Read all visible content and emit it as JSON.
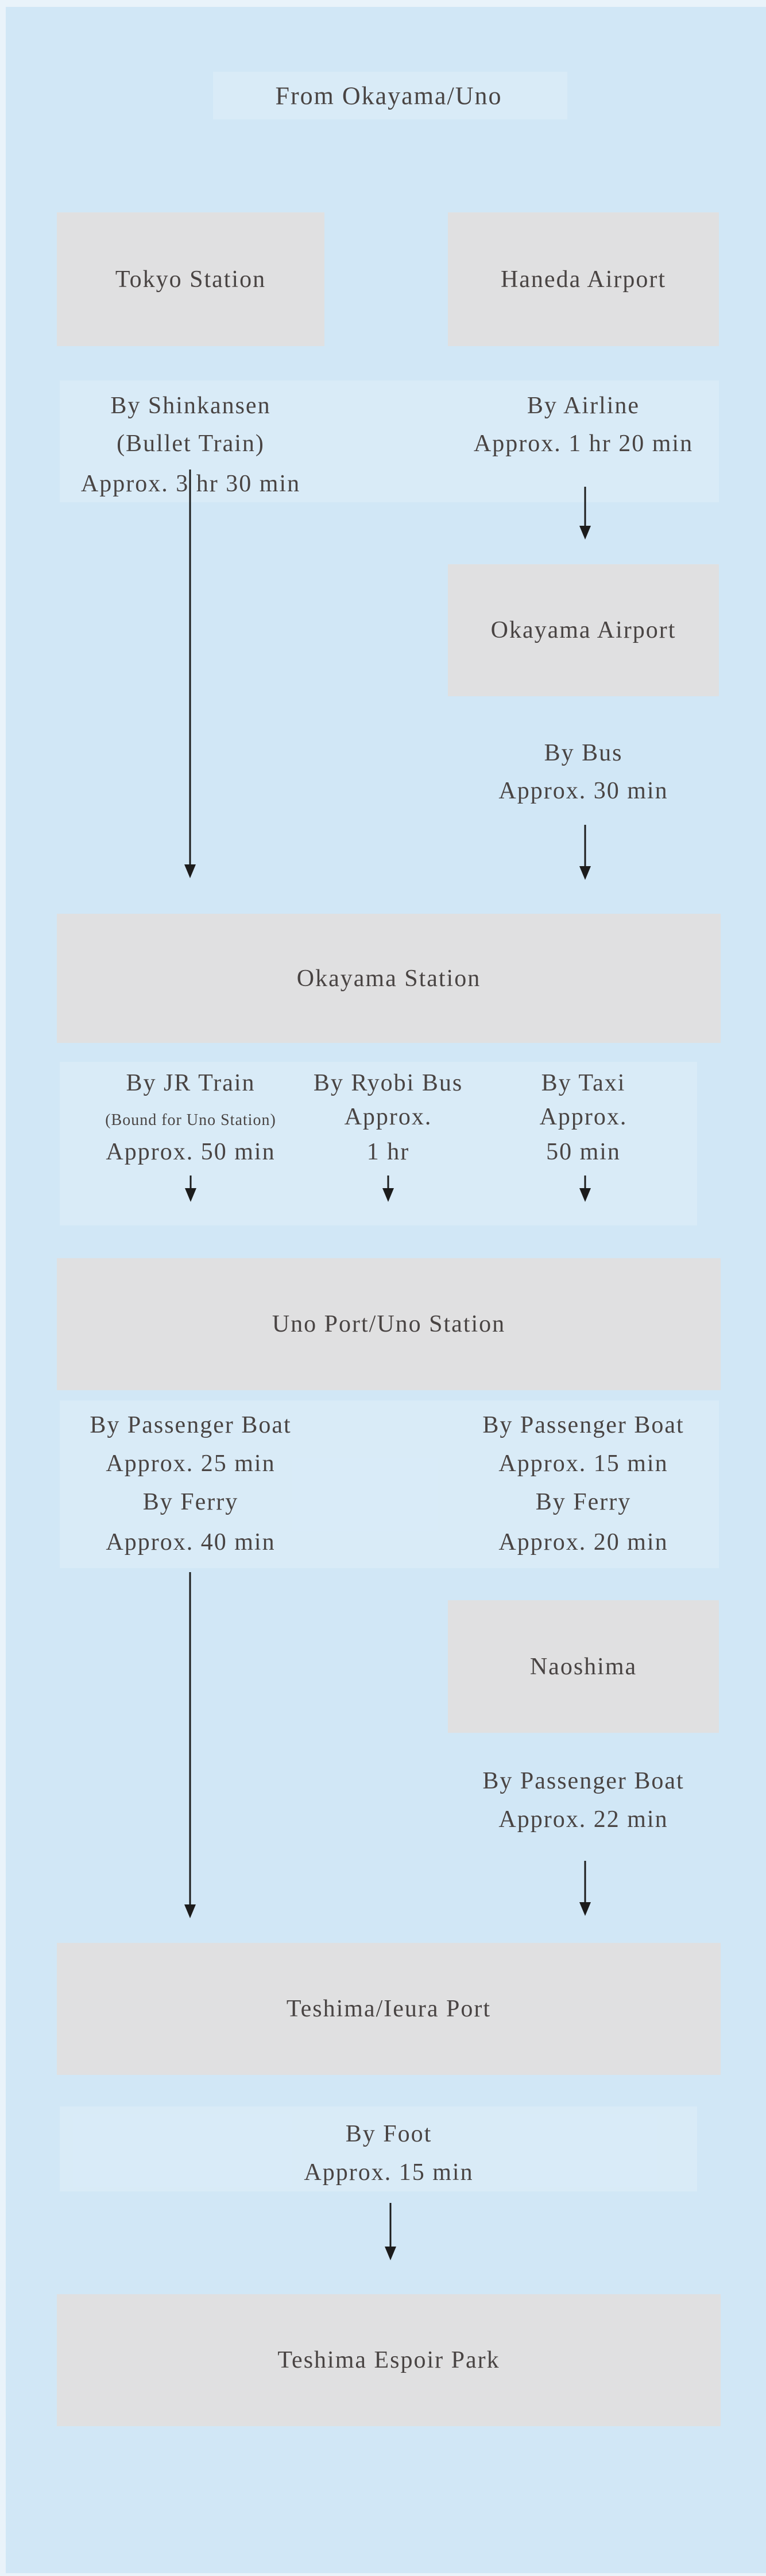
{
  "colors": {
    "outer_bg": "#e9f3fa",
    "panel_bg": "#d1e7f6",
    "node_bg": "#e0e0e1",
    "text": "#494443",
    "arrow": "#1c1c1c"
  },
  "title": "From Okayama/Uno",
  "nodes": {
    "tokyo_station": "Tokyo Station",
    "haneda_airport": "Haneda Airport",
    "okayama_airport": "Okayama Airport",
    "okayama_station": "Okayama Station",
    "uno_port": "Uno Port/Uno Station",
    "naoshima": "Naoshima",
    "teshima_ieura": "Teshima/Ieura Port",
    "teshima_espoir": "Teshima Espoir Park"
  },
  "routes": {
    "shinkansen": [
      "By Shinkansen",
      "(Bullet Train)",
      "Approx. 3 hr 30 min"
    ],
    "airline": [
      "By Airline",
      "Approx. 1 hr 20 min"
    ],
    "bus": [
      "By Bus",
      "Approx. 30 min"
    ],
    "jr_train": [
      "By JR Train",
      "(Bound for Uno Station)",
      "Approx. 50 min"
    ],
    "ryobi_bus": [
      "By Ryobi Bus",
      "Approx.",
      "1 hr"
    ],
    "taxi": [
      "By Taxi",
      "Approx.",
      "50 min"
    ],
    "uno_boat_ferry": [
      "By Passenger Boat",
      "Approx. 25 min",
      "By Ferry",
      "Approx. 40 min"
    ],
    "uno_naoshima_boat_ferry": [
      "By Passenger Boat",
      "Approx. 15 min",
      "By Ferry",
      "Approx. 20 min"
    ],
    "naoshima_boat": [
      "By Passenger Boat",
      "Approx. 22 min"
    ],
    "foot": [
      "By Foot",
      "Approx. 15 min"
    ]
  }
}
